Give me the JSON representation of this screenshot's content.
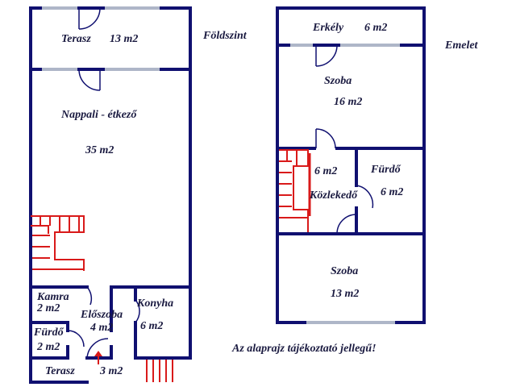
{
  "floors": {
    "ground": {
      "title": "Földszint",
      "rooms": [
        {
          "name": "Terasz",
          "area": "13 m2"
        },
        {
          "name": "Nappali - étkező",
          "area": "35 m2"
        },
        {
          "name": "Kamra",
          "area": "2 m2"
        },
        {
          "name": "Előszoba",
          "area": "4 m2"
        },
        {
          "name": "Konyha",
          "area": "6 m2"
        },
        {
          "name": "Fürdő",
          "area": "2 m2"
        },
        {
          "name": "Terasz",
          "area": "3 m2"
        }
      ]
    },
    "upper": {
      "title": "Emelet",
      "rooms": [
        {
          "name": "Erkély",
          "area": "6 m2"
        },
        {
          "name": "Szoba",
          "area": "16 m2"
        },
        {
          "name": "Közlekedő",
          "area": "6 m2"
        },
        {
          "name": "Fürdő",
          "area": "6 m2"
        },
        {
          "name": "Szoba",
          "area": "13 m2"
        }
      ]
    }
  },
  "note": "Az alaprajz tájékoztató jellegű!",
  "colors": {
    "wall": "#101070",
    "window": "#aeb6c8",
    "stairs": "#d91a1a",
    "label": "#1a1a40"
  }
}
